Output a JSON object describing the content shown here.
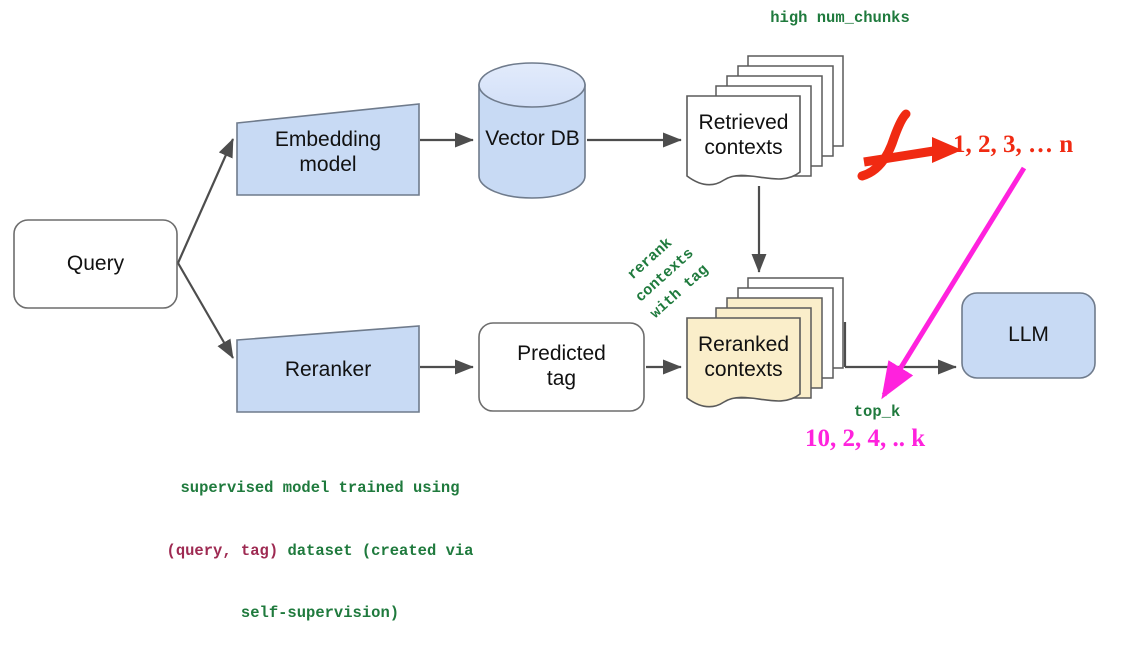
{
  "diagram": {
    "title": "RAG pipeline with tag-based reranking",
    "colors": {
      "box_blue_fill": "#c8daf4",
      "box_blue_stroke": "#6f7b8c",
      "doc_cream_fill": "#faeeca",
      "doc_white_fill": "#ffffff",
      "doc_stroke": "#5a5a5a",
      "arrow_gray": "#4d4d4d",
      "accent_red": "#f02a12",
      "accent_magenta": "#ff22dd",
      "note_green": "#1f7a3d",
      "note_maroon": "#9e2a52",
      "text_black": "#111111"
    },
    "nodes": [
      {
        "id": "query",
        "label": "Query",
        "shape": "rounded-rect",
        "fill": "#ffffff"
      },
      {
        "id": "embedding-model",
        "label": "Embedding\nmodel",
        "shape": "trapezoid",
        "fill": "#c8daf4"
      },
      {
        "id": "vector-db",
        "label": "Vector DB",
        "shape": "cylinder",
        "fill": "#c8daf4"
      },
      {
        "id": "retrieved-contexts",
        "label": "Retrieved\ncontexts",
        "shape": "document-stack",
        "fill": "#ffffff"
      },
      {
        "id": "reranker",
        "label": "Reranker",
        "shape": "trapezoid",
        "fill": "#c8daf4"
      },
      {
        "id": "predicted-tag",
        "label": "Predicted\ntag",
        "shape": "rounded-rect",
        "fill": "#ffffff"
      },
      {
        "id": "reranked-contexts",
        "label": "Reranked\ncontexts",
        "shape": "document-stack",
        "fill": "#faeeca"
      },
      {
        "id": "llm",
        "label": "LLM",
        "shape": "rounded-rect",
        "fill": "#c8daf4"
      }
    ],
    "node_labels": {
      "query": "Query",
      "embedding_model_line1": "Embedding",
      "embedding_model_line2": "model",
      "vector_db": "Vector DB",
      "retrieved_line1": "Retrieved",
      "retrieved_line2": "contexts",
      "reranker": "Reranker",
      "predicted_line1": "Predicted",
      "predicted_line2": "tag",
      "reranked_line1": "Reranked",
      "reranked_line2": "contexts",
      "llm": "LLM"
    },
    "annotations": {
      "high_num_chunks": "high num_chunks",
      "rerank_contexts_with_tag": "rerank\ncontexts\nwith tag",
      "top_k": "top_k",
      "retrieved_ids": "1, 2, 3, … n",
      "topk_ids": "10, 2, 4, .. k",
      "caption_line1": "supervised model trained using",
      "caption_line2_part1": "(query, tag)",
      "caption_line2_part2": " dataset (created via",
      "caption_line3": "self-supervision)"
    },
    "edges": [
      {
        "from": "query",
        "to": "embedding-model",
        "style": "solid-arrow",
        "color": "#4d4d4d"
      },
      {
        "from": "query",
        "to": "reranker",
        "style": "solid-arrow",
        "color": "#4d4d4d"
      },
      {
        "from": "embedding-model",
        "to": "vector-db",
        "style": "solid-arrow",
        "color": "#4d4d4d"
      },
      {
        "from": "vector-db",
        "to": "retrieved-contexts",
        "style": "solid-arrow",
        "color": "#4d4d4d"
      },
      {
        "from": "retrieved-contexts",
        "to": "reranked-contexts",
        "style": "solid-arrow",
        "color": "#4d4d4d"
      },
      {
        "from": "reranker",
        "to": "predicted-tag",
        "style": "solid-arrow",
        "color": "#4d4d4d"
      },
      {
        "from": "predicted-tag",
        "to": "reranked-contexts",
        "style": "solid-arrow",
        "color": "#4d4d4d"
      },
      {
        "from": "reranked-contexts",
        "to": "llm",
        "style": "solid-arrow",
        "color": "#4d4d4d"
      },
      {
        "from": "retrieved-contexts",
        "to": "retrieved-ids",
        "style": "curved-arrow",
        "color": "#f02a12"
      },
      {
        "from": "retrieved-ids",
        "to": "topk-ids",
        "style": "diagonal-arrow",
        "color": "#ff22dd"
      }
    ]
  }
}
